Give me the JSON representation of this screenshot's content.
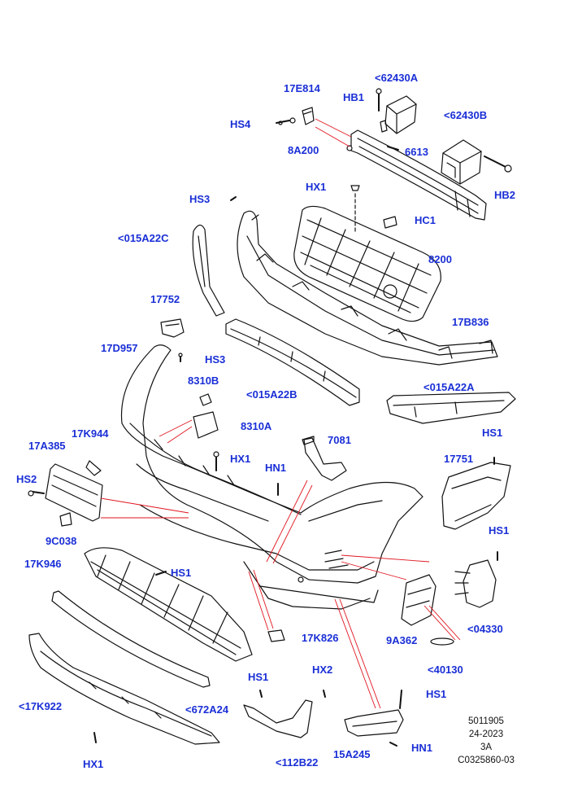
{
  "colors": {
    "label": "#1a2fd6",
    "leader": "#e0141e",
    "line": "#111111",
    "ref_text": "#111111"
  },
  "labels": {
    "l17E814": "17E814",
    "l62430A": "<62430A",
    "lHB1": "HB1",
    "lHS4_top": "HS4",
    "l62430B": "<62430B",
    "l8A200": "8A200",
    "l6613": "6613",
    "lHB2": "HB2",
    "lHX1_top": "HX1",
    "lHS3_top": "HS3",
    "lHC1": "HC1",
    "l015A22C": "<015A22C",
    "l8200": "8200",
    "l17752": "17752",
    "l17B836": "17B836",
    "l17D957": "17D957",
    "lHS3_mid": "HS3",
    "l8310B": "8310B",
    "l015A22B": "<015A22B",
    "l015A22A": "<015A22A",
    "l8310A": "8310A",
    "lHS1_right": "HS1",
    "l17K944": "17K944",
    "l7081": "7081",
    "l17A385": "17A385",
    "lHX1_mid": "HX1",
    "l17751": "17751",
    "lHN1_mid": "HN1",
    "lHS2": "HS2",
    "lHS1_right2": "HS1",
    "l9C038": "9C038",
    "l17K946": "17K946",
    "lHS1_grille": "HS1",
    "l04330": "<04330",
    "l9A362": "9A362",
    "l17K826": "17K826",
    "l40130": "<40130",
    "lHS1_low": "HS1",
    "lHX2": "HX2",
    "lHS1_br": "HS1",
    "l17K922": "<17K922",
    "l672A24": "<672A24",
    "lHN1_br": "HN1",
    "l15A245": "15A245",
    "l112B22": "<112B22",
    "lHX1_bottom": "HX1"
  },
  "reference": {
    "line1": "5011905",
    "line2": "24-2023",
    "line3": "3A",
    "line4": "C0325860-03"
  }
}
